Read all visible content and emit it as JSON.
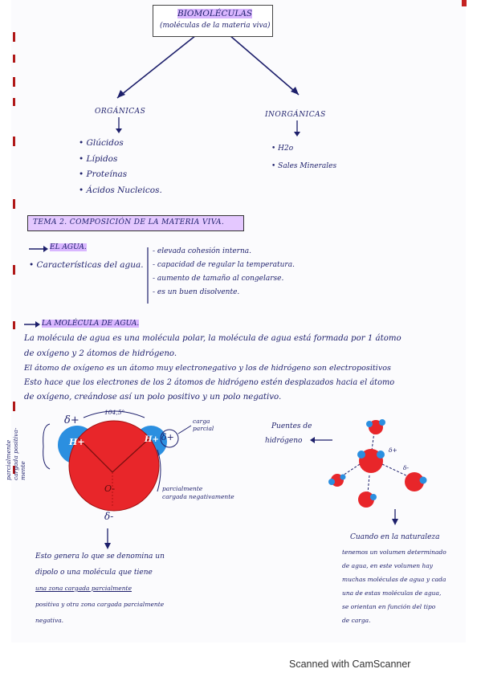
{
  "title": {
    "main": "BIOMOLÉCULAS",
    "sub": "(moléculas de la materia viva)"
  },
  "organicas": {
    "heading": "ORGÁNICAS",
    "items": [
      "Glúcidos",
      "Lípidos",
      "Proteínas",
      "Ácidos Nucleicos."
    ]
  },
  "inorganicas": {
    "heading": "INORGÁNICAS",
    "items": [
      "H2o",
      "Sales Minerales"
    ]
  },
  "tema": "TEMA 2. COMPOSICIÓN DE LA MATERIA VIVA.",
  "agua": {
    "heading": "EL AGUA.",
    "label": "Características del agua.",
    "features": [
      "elevada cohesión interna.",
      "capacidad de regular la temperatura.",
      "aumento de tamaño al congelarse.",
      "es un buen disolvente."
    ]
  },
  "molecula": {
    "heading": "LA MOLÉCULA DE AGUA.",
    "lines": [
      "La molécula de agua es una molécula polar, la molécula de agua está formada por 1 átomo",
      "de oxígeno y 2 átomos de hidrógeno.",
      "El átomo de oxígeno es un átomo muy electronegativo y los de hidrógeno son electropositivos",
      "Esto hace que los electrones de los 2 átomos de hidrógeno estén desplazados hacia el átomo",
      "de oxígeno, creándose así un polo positivo y un polo negativo."
    ]
  },
  "diagram": {
    "angle": "104,5°",
    "delta_plus": "δ+",
    "delta_minus": "δ-",
    "h_left": "H+",
    "h_right": "H+",
    "o_label": "O-",
    "carga_parcial": "carga parcial",
    "left_vertical_1": "parcialmente",
    "left_vertical_2": "cargada positiva-",
    "left_vertical_3": "mente",
    "neg_label_1": "parcialmente",
    "neg_label_2": "cargada negativamente",
    "dipolo_lines": [
      "Esto genera lo que se denomina un",
      "dipolo o una molécula que tiene",
      "una zona cargada parcialmente",
      "positiva y otra zona cargada parcialmente",
      "negativa."
    ]
  },
  "puentes": {
    "label_1": "Puentes de",
    "label_2": "hidrógeno",
    "delta_plus": "δ+",
    "delta_minus": "δ-",
    "text_lines": [
      "Cuando en la naturaleza",
      "tenemos un volumen determinado",
      "de agua, en este volumen hay",
      "muchas moléculas de agua y cada",
      "una de estas moléculas de agua,",
      "se orientan en función del tipo",
      "de carga."
    ]
  },
  "footer": "Scanned with CamScanner",
  "colors": {
    "ink": "#1d1f6b",
    "oxygen": "#e8262a",
    "hydrogen": "#2b8fe0",
    "highlight": "#d9b6ff"
  }
}
